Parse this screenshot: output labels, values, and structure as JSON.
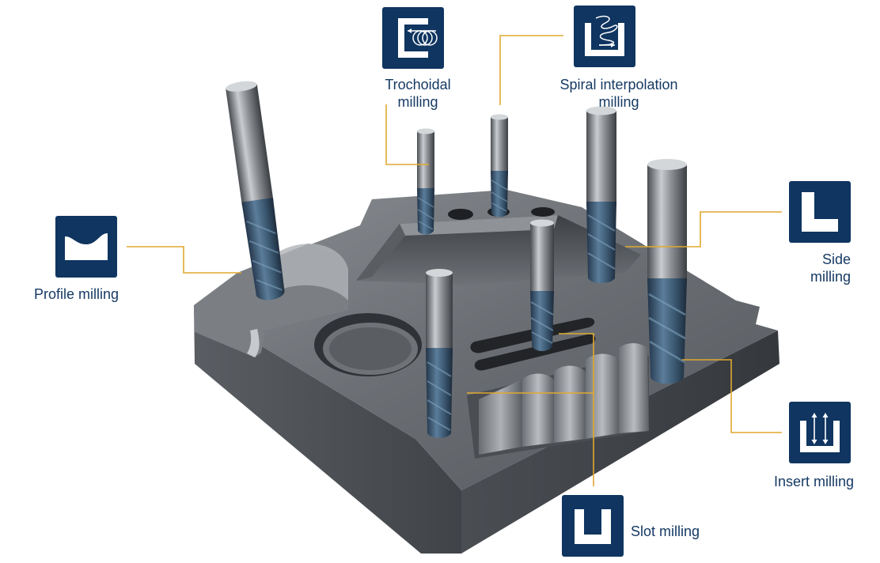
{
  "colors": {
    "icon_background": "#0f3560",
    "leader_line": "#e0a930",
    "label_text": "#163a63",
    "tool_coating": "#3a5770",
    "workpiece": "#6b6f74"
  },
  "operations": [
    {
      "id": "trochoidal",
      "icon": "trochoidal-milling-icon",
      "lines": [
        "Trochoidal",
        "milling"
      ]
    },
    {
      "id": "spiral",
      "icon": "spiral-interpolation-icon",
      "lines": [
        "Spiral interpolation",
        "milling"
      ]
    },
    {
      "id": "side",
      "icon": "side-milling-icon",
      "lines": [
        "Side",
        "milling"
      ]
    },
    {
      "id": "profile",
      "icon": "profile-milling-icon",
      "lines": [
        "Profile milling"
      ]
    },
    {
      "id": "insert",
      "icon": "insert-milling-icon",
      "lines": [
        "Insert milling"
      ]
    },
    {
      "id": "slot",
      "icon": "slot-milling-icon",
      "lines": [
        "Slot milling"
      ]
    }
  ]
}
